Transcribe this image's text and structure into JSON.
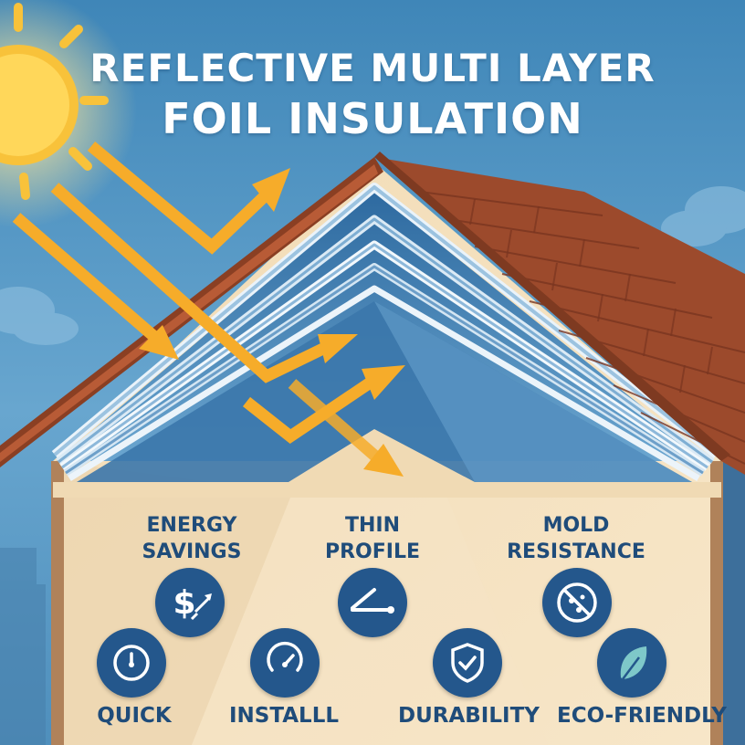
{
  "title": {
    "line1": "REFLECTIVE MULTI LAYER",
    "line2": "FOIL INSULATION"
  },
  "features": {
    "energy_savings": {
      "line1": "ENERGY",
      "line2": "SAVINGS",
      "icon": "dollar-arrow-icon"
    },
    "thin_profile": {
      "line1": "THIN",
      "line2": "PROFILE",
      "icon": "thin-layer-icon"
    },
    "mold_resistance": {
      "line1": "MOLD",
      "line2": "RESISTANCE",
      "icon": "no-mold-icon"
    },
    "quick": {
      "label": "QUICK",
      "icon": "gauge-icon"
    },
    "install": {
      "label": "INSTALLL",
      "icon": "timer-icon"
    },
    "durability": {
      "label": "DURABILITY",
      "icon": "shield-check-icon"
    },
    "eco_friendly": {
      "label": "ECO-FRIENDLY",
      "icon": "leaf-icon"
    }
  },
  "colors": {
    "sky": "#4f93c0",
    "roof": "#9c4a2c",
    "wall": "#f3dfbd",
    "icon_circle": "#24578c",
    "label_text": "#1f4c7a",
    "sun_arrow": "#f6ac2a"
  }
}
